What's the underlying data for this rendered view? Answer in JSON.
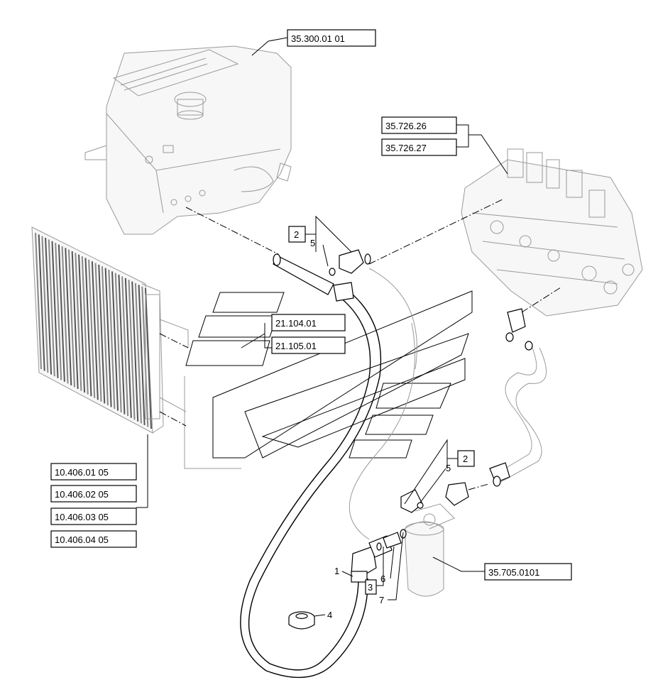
{
  "references": {
    "tank": "35.300.01 01",
    "valve_a": "35.726.26",
    "valve_b": "35.726.27",
    "pipe_a": "21.104.01",
    "pipe_b": "21.105.01",
    "cooler_a": "10.406.01 05",
    "cooler_b": "10.406.02 05",
    "cooler_c": "10.406.03 05",
    "cooler_d": "10.406.04 05",
    "filter": "35.705.0101"
  },
  "callouts": {
    "item_1": "1",
    "item_2_top": "2",
    "item_2_right": "2",
    "item_3": "3",
    "item_4": "4",
    "item_5_top": "5",
    "item_5_right": "5",
    "item_6": "6",
    "item_7": "7"
  }
}
